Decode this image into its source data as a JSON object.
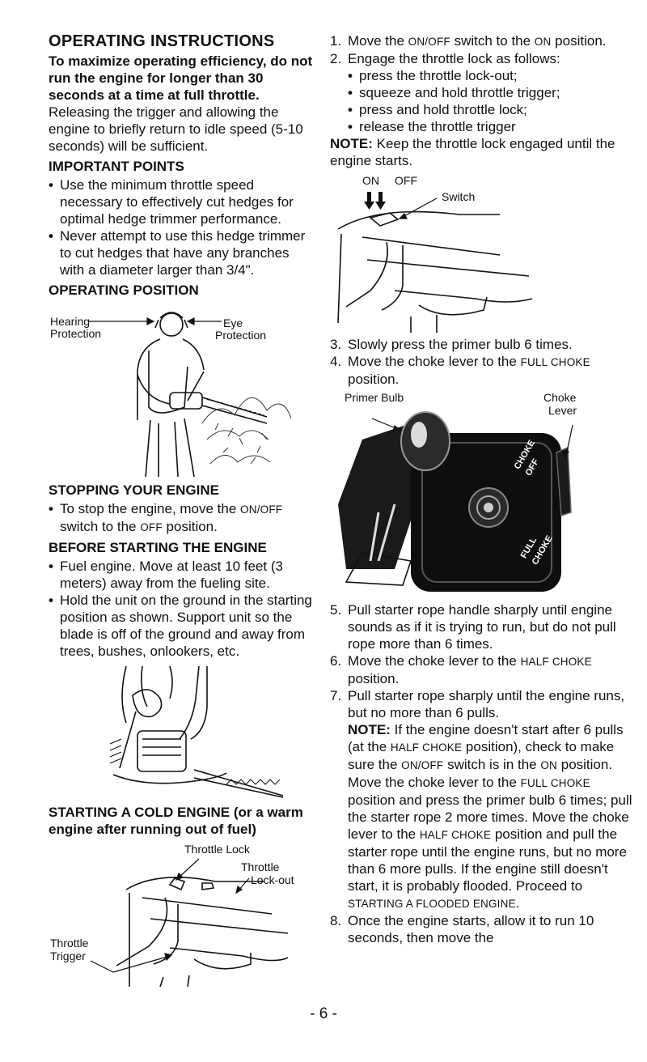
{
  "left": {
    "title": "OPERATING INSTRUCTIONS",
    "lead": "To maximize operating efficiency, do not run the engine for longer than 30 seconds at a time at full throttle.",
    "lead_body": "Releasing the trigger and allowing the engine to briefly return to idle speed (5-10 seconds) will be sufficient.",
    "important_heading": "IMPORTANT POINTS",
    "important_items": [
      "Use the minimum throttle speed necessary to effectively cut hedges for optimal hedge trimmer performance.",
      "Never attempt to use this hedge trimmer to cut hedges that have any branches with a diameter larger than 3/4\"."
    ],
    "position_heading": "OPERATING POSITION",
    "position_fig": {
      "hearing": "Hearing",
      "protection": "Protection",
      "eye": "Eye",
      "eye_protection": "Protection"
    },
    "stopping_heading": "STOPPING YOUR ENGINE",
    "stopping_a": "To stop the engine, move the ",
    "stopping_sc1": "ON/OFF",
    "stopping_b": " switch to the ",
    "stopping_sc2": "OFF",
    "stopping_c": " position.",
    "before_heading": "BEFORE STARTING THE ENGINE",
    "before_items": [
      "Fuel engine. Move at least 10 feet (3 meters) away from the fueling site.",
      "Hold the unit on the ground in the starting position as shown. Support unit so the blade is off of the ground and away from trees, bushes, onlookers, etc."
    ],
    "cold_heading": "STARTING A COLD ENGINE (or a warm engine after running out of fuel)",
    "throttle_fig": {
      "lock": "Throttle Lock",
      "lockout1": "Throttle",
      "lockout2": "Lock-out",
      "trig1": "Throttle",
      "trig2": "Trigger"
    }
  },
  "right": {
    "step1_num": "1.",
    "step1_a": "Move the ",
    "step1_sc1": "ON/OFF",
    "step1_b": " switch to the ",
    "step1_sc2": "ON",
    "step1_c": " position.",
    "step2_num": "2.",
    "step2": "Engage the throttle lock as follows:",
    "step2_sub": [
      "press the throttle lock-out;",
      "squeeze and hold throttle trigger;",
      "press and hold throttle lock;",
      "release the throttle trigger"
    ],
    "note1_label": "NOTE:",
    "note1": " Keep the throttle lock engaged until the engine starts.",
    "switch_fig": {
      "on": "ON",
      "off": "OFF",
      "switch": "Switch"
    },
    "step3_num": "3.",
    "step3": "Slowly press the primer bulb 6 times.",
    "step4_num": "4.",
    "step4_a": "Move the choke lever to the ",
    "step4_sc": "FULL CHOKE",
    "step4_b": " position.",
    "choke_fig": {
      "primer": "Primer Bulb",
      "choke": "Choke",
      "lever": "Lever",
      "choke_off": "CHOKE OFF",
      "full_choke": "FULL CHOKE"
    },
    "step5_num": "5.",
    "step5": "Pull starter rope handle sharply until engine sounds as if it is trying to run, but do not pull rope more than 6 times.",
    "step6_num": "6.",
    "step6_a": "Move the choke lever to the ",
    "step6_sc": "HALF CHOKE",
    "step6_b": " position.",
    "step7_num": "7.",
    "step7": "Pull starter rope sharply until the engine runs, but no more than 6 pulls.",
    "note2_label": "NOTE:",
    "note2_a": " If the engine doesn't start after 6 pulls (at the ",
    "note2_sc1": "HALF CHOKE",
    "note2_b": " position), check to make sure the ",
    "note2_sc2": "ON/OFF",
    "note2_c": " switch is in the ",
    "note2_sc3": "ON",
    "note2_d": " position. Move the choke lever to the ",
    "note2_sc4": "FULL CHOKE",
    "note2_e": " position and press the primer bulb 6 times; pull the starter rope 2 more times. Move the choke lever to the ",
    "note2_sc5": "HALF CHOKE",
    "note2_f": " position and pull the starter rope until the engine runs, but no more than 6 more pulls. If the engine still doesn't start, it is probably flooded. Proceed to ",
    "note2_sc6": "STARTING A FLOODED ENGINE",
    "note2_g": ".",
    "step8_num": "8.",
    "step8": "Once the engine starts, allow it to run 10 seconds, then move the"
  },
  "page_number": "- 6 -"
}
